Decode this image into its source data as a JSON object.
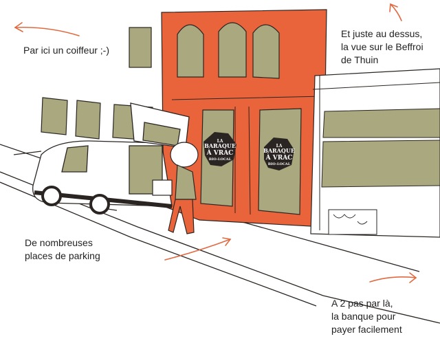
{
  "annotations": {
    "coiffeur": "Par ici un coiffeur ;-)",
    "beffroi": [
      "Et juste au dessus,",
      "la vue sur le Beffroi",
      "de Thuin"
    ],
    "parking": [
      "De nombreuses",
      "places de parking"
    ],
    "banque": [
      "A 2 pas par là,",
      "la banque pour",
      "payer facilement"
    ]
  },
  "shop_logo": {
    "line1": "LA",
    "line2": "BARAQUE",
    "line3": "À VRAC",
    "line4": "BIO-LOCAL"
  },
  "colors": {
    "facade": "#e9643a",
    "windows": "#a9a87e",
    "ink": "#2a2522",
    "arrow": "#e2693f"
  }
}
